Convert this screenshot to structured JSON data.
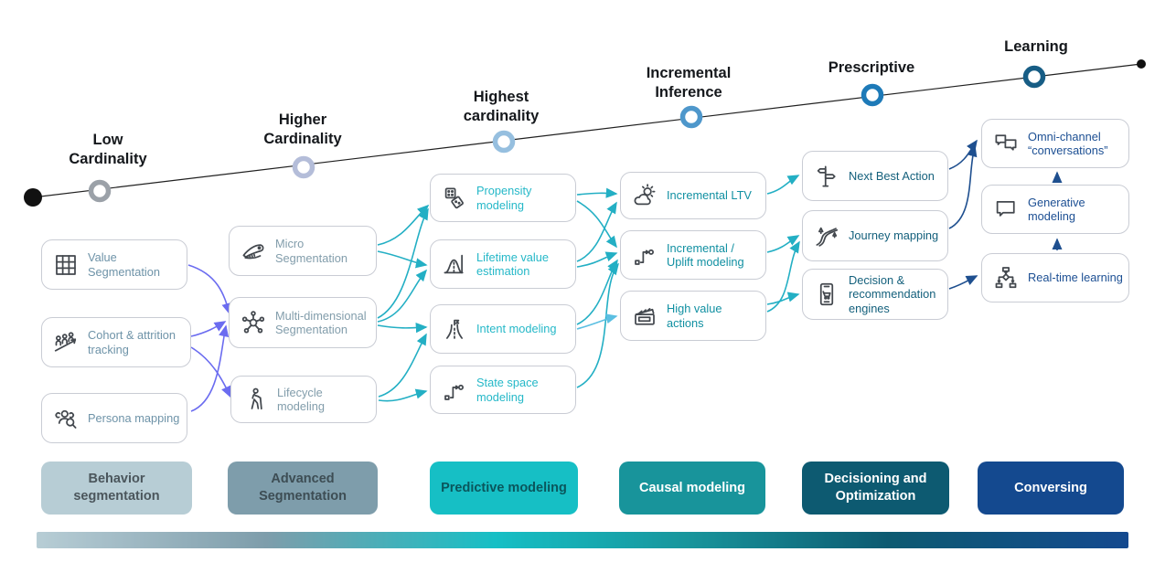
{
  "timeline": {
    "milestones": [
      {
        "label": "Low\nCardinality",
        "marker_color": "#9ba1a8"
      },
      {
        "label": "Higher\nCardinality",
        "marker_color": "#b4bdd9"
      },
      {
        "label": "Highest\ncardinality",
        "marker_color": "#96bfdf"
      },
      {
        "label": "Incremental\nInference",
        "marker_color": "#4e97cb"
      },
      {
        "label": "Prescriptive",
        "marker_color": "#1d7ab8"
      },
      {
        "label": "Learning",
        "marker_color": "#175d85"
      }
    ]
  },
  "stages": [
    {
      "pill": {
        "label": "Behavior segmentation",
        "bg": "#b7cdd5",
        "text_color": "#4b565c"
      },
      "text_color": "#6e93a8",
      "boxes": [
        {
          "label": "Value Segmentation",
          "icon": "grid-icon"
        },
        {
          "label": "Cohort & attrition tracking",
          "icon": "cohort-trend-icon"
        },
        {
          "label": "Persona mapping",
          "icon": "persona-search-icon"
        }
      ]
    },
    {
      "pill": {
        "label": "Advanced Segmentation",
        "bg": "#7e9dab",
        "text_color": "#3d4d54"
      },
      "text_color": "#829dab",
      "boxes": [
        {
          "label": "Micro Segmentation",
          "icon": "knife-ruler-icon"
        },
        {
          "label": "Multi-dimensional Segmentation",
          "icon": "molecule-icon"
        },
        {
          "label": "Lifecycle modeling",
          "icon": "walking-person-icon"
        }
      ]
    },
    {
      "pill": {
        "label": "Predictive modeling",
        "bg": "#16bfc5",
        "text_color": "#0a565c"
      },
      "text_color": "#25b8c8",
      "boxes": [
        {
          "label": "Propensity modeling",
          "icon": "dice-icon"
        },
        {
          "label": "Lifetime value estimation",
          "icon": "bell-curve-icon"
        },
        {
          "label": "Intent modeling",
          "icon": "forked-road-icon"
        },
        {
          "label": "State space modeling",
          "icon": "state-path-icon"
        }
      ]
    },
    {
      "pill": {
        "label": "Causal modeling",
        "bg": "#18949b",
        "text_color": "#ffffff"
      },
      "text_color": "#1190a2",
      "boxes": [
        {
          "label": "Incremental LTV",
          "icon": "sun-cloud-icon"
        },
        {
          "label": "Incremental / Uplift modeling",
          "icon": "uplift-path-icon"
        },
        {
          "label": "High value actions",
          "icon": "clapperboard-icon"
        }
      ]
    },
    {
      "pill": {
        "label": "Decisioning and Optimization",
        "bg": "#0d5a71",
        "text_color": "#ffffff"
      },
      "text_color": "#14607c",
      "boxes": [
        {
          "label": "Next Best Action",
          "icon": "signpost-icon"
        },
        {
          "label": "Journey mapping",
          "icon": "winding-road-icon"
        },
        {
          "label": "Decision & recommendation engines",
          "icon": "phone-cart-icon"
        }
      ]
    },
    {
      "pill": {
        "label": "Conversing",
        "bg": "#14498f",
        "text_color": "#ffffff"
      },
      "text_color": "#1c4f93",
      "boxes": [
        {
          "label": "Omni-channel “conversations”",
          "icon": "chat-bubbles-icon"
        },
        {
          "label": "Generative modeling",
          "icon": "chat-bubble-icon"
        },
        {
          "label": "Real-time learning",
          "icon": "flowchart-icon"
        }
      ]
    }
  ],
  "arrows": [
    {
      "from": "Value Segmentation",
      "to": "Multi-dimensional Segmentation",
      "color": "#6b6cf0"
    },
    {
      "from": "Cohort & attrition tracking",
      "to": "Multi-dimensional Segmentation",
      "color": "#6b6cf0"
    },
    {
      "from": "Cohort & attrition tracking",
      "to": "Lifecycle modeling",
      "color": "#6b6cf0"
    },
    {
      "from": "Persona mapping",
      "to": "Multi-dimensional Segmentation",
      "color": "#6b6cf0"
    },
    {
      "from": "Micro Segmentation",
      "to": "Propensity modeling",
      "color": "#23afc4"
    },
    {
      "from": "Micro Segmentation",
      "to": "Lifetime value estimation",
      "color": "#23afc4"
    },
    {
      "from": "Multi-dimensional Segmentation",
      "to": "Propensity modeling",
      "color": "#23afc4"
    },
    {
      "from": "Multi-dimensional Segmentation",
      "to": "Lifetime value estimation",
      "color": "#23afc4"
    },
    {
      "from": "Multi-dimensional Segmentation",
      "to": "Intent modeling",
      "color": "#23afc4"
    },
    {
      "from": "Lifecycle modeling",
      "to": "Intent modeling",
      "color": "#23afc4"
    },
    {
      "from": "Lifecycle modeling",
      "to": "State space modeling",
      "color": "#23afc4"
    },
    {
      "from": "Propensity modeling",
      "to": "Incremental LTV",
      "color": "#23afc4"
    },
    {
      "from": "Propensity modeling",
      "to": "Incremental / Uplift modeling",
      "color": "#23afc4"
    },
    {
      "from": "Lifetime value estimation",
      "to": "Incremental LTV",
      "color": "#23afc4"
    },
    {
      "from": "Lifetime value estimation",
      "to": "Incremental / Uplift modeling",
      "color": "#23afc4"
    },
    {
      "from": "Intent modeling",
      "to": "Incremental / Uplift modeling",
      "color": "#23afc4"
    },
    {
      "from": "Intent modeling",
      "to": "High value actions",
      "color": "#5bbfe2"
    },
    {
      "from": "State space modeling",
      "to": "Incremental / Uplift modeling",
      "color": "#23afc4"
    },
    {
      "from": "Incremental LTV",
      "to": "Next Best Action",
      "color": "#23afc4"
    },
    {
      "from": "Incremental / Uplift modeling",
      "to": "Journey mapping",
      "color": "#23afc4"
    },
    {
      "from": "High value actions",
      "to": "Journey mapping",
      "color": "#23afc4"
    },
    {
      "from": "High value actions",
      "to": "Decision & recommendation engines",
      "color": "#23afc4"
    },
    {
      "from": "Next Best Action",
      "to": "Omni-channel “conversations”",
      "color": "#1e4f8f"
    },
    {
      "from": "Journey mapping",
      "to": "Omni-channel “conversations”",
      "color": "#1e4f8f"
    },
    {
      "from": "Decision & recommendation engines",
      "to": "Real-time learning",
      "color": "#1e4f8f"
    },
    {
      "from": "Real-time learning",
      "to": "Generative modeling",
      "color": "#1e4f8f"
    },
    {
      "from": "Generative modeling",
      "to": "Omni-channel “conversations”",
      "color": "#1e4f8f"
    }
  ],
  "gradient_bar": {
    "colors": [
      "#b7cdd5",
      "#7e9dab",
      "#16bfc5",
      "#18949b",
      "#0d5a71",
      "#14498f"
    ]
  }
}
